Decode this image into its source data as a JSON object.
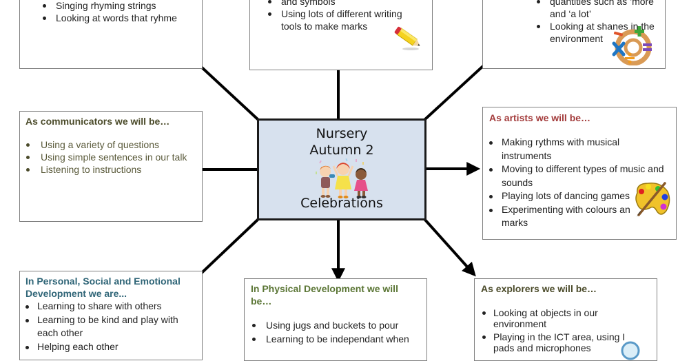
{
  "center": {
    "title_line1": "Nursery",
    "title_line2": "Autumn 2",
    "topic": "Celebrations",
    "image_icon": "children-celebrating-icon",
    "background": "#d7e1ee"
  },
  "boxes": {
    "literacy": {
      "items": [
        "Singing rhyming strings",
        "Looking at words that ryhme"
      ]
    },
    "writing": {
      "items": [
        "and symbols",
        "Using lots of different writing tools to make marks"
      ],
      "icon": "pencil-icon"
    },
    "maths": {
      "items": [
        "quantities such as ‘more and ‘a lot’",
        "Looking at shanes in the environment"
      ],
      "icon": "math-symbols-icon"
    },
    "communicators": {
      "heading": "As communicators we will be…",
      "heading_color": "#4b4b2a",
      "items": [
        "Using a variety of questions",
        "Using simple sentences in our talk",
        "Listening to instructions"
      ]
    },
    "artists": {
      "heading": "As artists we will be…",
      "heading_color": "#a33b3b",
      "items": [
        "Making rythms with musical instruments",
        "Moving to different types of music and sounds",
        "Playing lots of dancing games",
        "Experimenting with colours an marks"
      ],
      "icon": "paint-palette-icon"
    },
    "psed": {
      "heading": "In Personal, Social and Emotional Development we are...",
      "heading_color": "#2f6577",
      "items": [
        "Learning to share with others",
        "Learning to be kind and play with each other",
        "Helping each other"
      ]
    },
    "physical": {
      "heading": "In Physical Development we will be…",
      "heading_color": "#5a7534",
      "items": [
        "Using jugs and buckets to pour",
        "Learning to be independant when"
      ]
    },
    "explorers": {
      "heading": "As explorers we will be…",
      "heading_color": "#4b4b2a",
      "items": [
        "Looking at objects in our environment",
        "Playing in the ICT area, using I pads and microphones"
      ],
      "icon": "magnifying-glass-icon"
    }
  }
}
